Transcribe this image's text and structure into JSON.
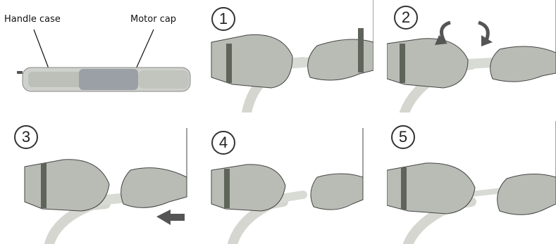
{
  "overview": {
    "labels": [
      "Handle case",
      "Motor cap"
    ]
  },
  "steps": [
    "1",
    "2",
    "3",
    "4",
    "5"
  ],
  "colors": {
    "glove": "#b9bcb5",
    "glove_dark": "#8e928a",
    "cuff_band": "#5f645b",
    "cable": "#d6d6d0",
    "motor_cap": "#9aa0a6",
    "arrow": "#555555",
    "outline": "#444444"
  },
  "icons": {
    "twist_arrows": "curved-double-arrow-icon",
    "pull_arrow": "left-arrow-icon"
  }
}
